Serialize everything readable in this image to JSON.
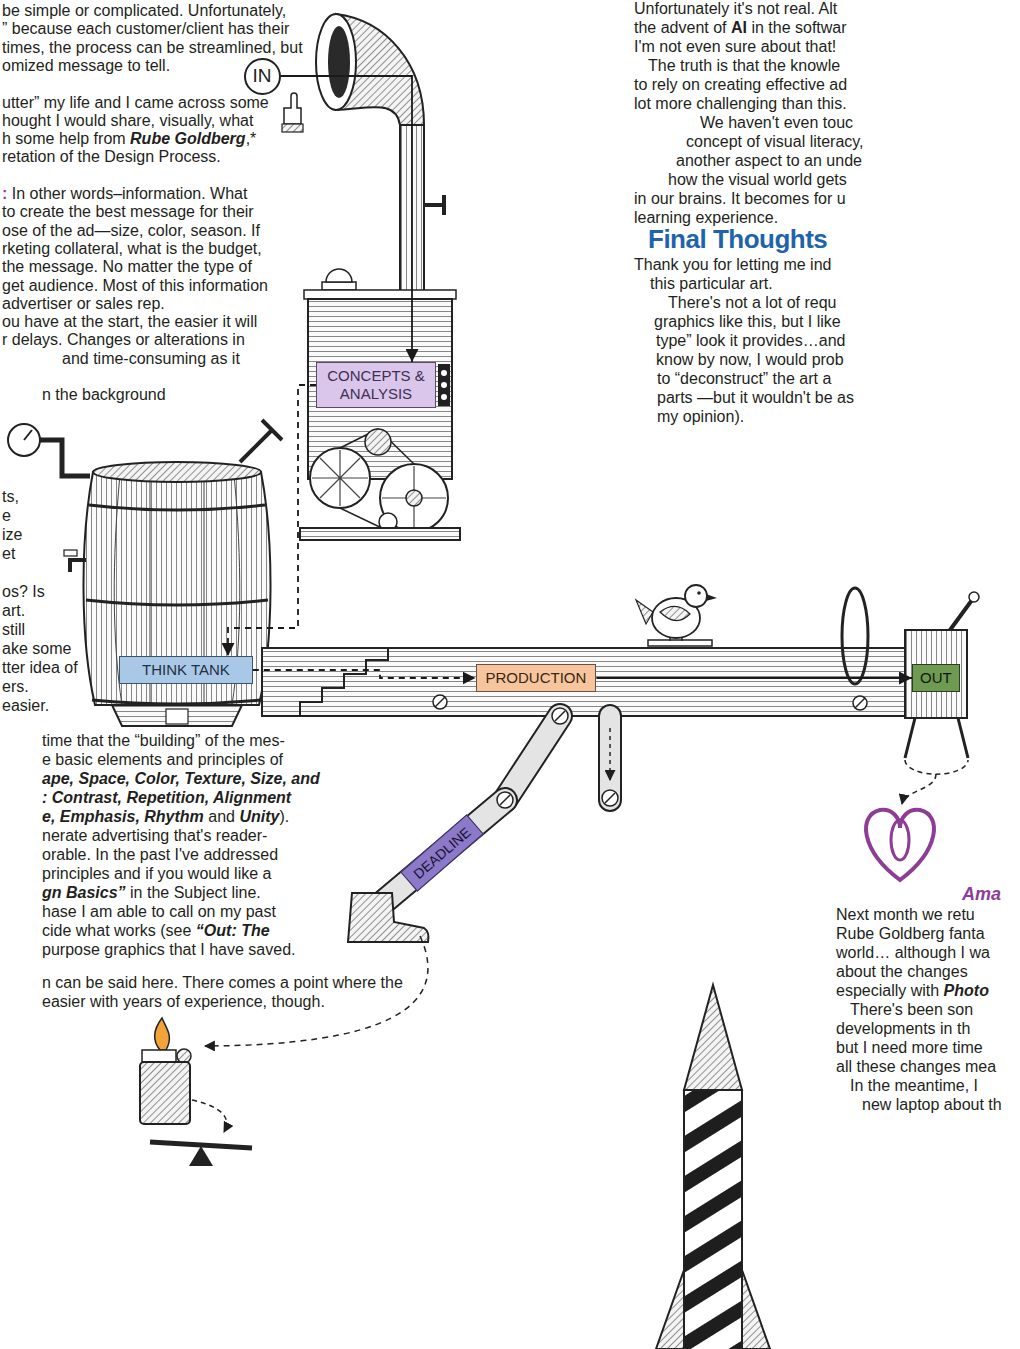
{
  "diagram": {
    "nodes": [
      {
        "text": [
          "IN"
        ]
      },
      {
        "text": [
          "CONCEPTS & ANALYSIS"
        ]
      },
      {
        "text": [
          "THINK TANK"
        ]
      },
      {
        "text": [
          "PRODUCTION"
        ]
      },
      {
        "text": [
          "OUT"
        ]
      },
      {
        "text": [
          "DEADLINE"
        ]
      }
    ],
    "edges": [
      {
        "from": 0,
        "to": 1,
        "arrow": "to"
      },
      {
        "from": 1,
        "to": 2,
        "arrow": "to"
      },
      {
        "from": 2,
        "to": 3,
        "arrow": "to"
      },
      {
        "from": 3,
        "to": 4,
        "arrow": "to"
      }
    ],
    "labels": [
      "be simple or complicated. Unfortunately,",
      "” because each customer/client has their",
      "times, the process can be streamlined, but",
      "omized message to tell.",
      "utter” my life and I came across some",
      "hought I would share, visually, what",
      "h some help from Rube Goldberg,*",
      "retation of the Design Process.",
      ": In other words–information. What",
      "to create the best message for their",
      "ose of the ad—size, color, season. If",
      "rketing collateral, what is the budget,",
      "the message. No matter the type of",
      "get audience. Most of this information",
      "advertiser or sales rep.",
      "ou have at the start, the easier it will",
      "r delays. Changes or alterations in",
      "and time-consuming as it",
      "n the background",
      "ts,",
      "e",
      "ize",
      "et",
      "os? Is",
      "art.",
      "still",
      "ake some",
      "tter idea of",
      "ers.",
      "easier.",
      "time that the “building” of the mes-",
      "e basic elements and principles of",
      "ape, Space, Color, Texture, Size, and",
      ": Contrast, Repetition, Alignment",
      "e, Emphasis, Rhythm and Unity).",
      "nerate advertising that's reader-",
      "orable. In the past I've addressed",
      "principles and if you would like a",
      "gn Basics” in the Subject line.",
      "hase I am able to call on my past",
      "cide what works (see “Out: The",
      "purpose graphics that I have saved.",
      "n can be said here. There comes a point where the",
      "easier with years of experience, though.",
      "Unfortunately it's not real. Alt",
      "the advent of AI in the softwar",
      "I'm not even sure about that!",
      "The truth is that the knowle",
      "to rely on creating effective ad",
      "lot more challenging than this.",
      "We haven't even touc",
      "concept of visual literacy,",
      "another aspect to an unde",
      "how the visual world gets",
      "in our brains. It becomes for u",
      "learning experience.",
      "Final Thoughts",
      "Thank you for letting me ind",
      "this particular art.",
      "There's not a lot of requ",
      "graphics like this, but I like",
      "type” look it provides…and",
      "know by now, I would prob",
      "to “deconstruct” the art a",
      "parts —but it wouldn't be as",
      "my opinion).",
      "Ama",
      "Next month we retu",
      "Rube Goldberg fanta",
      "world… although I wa",
      "about the changes",
      "especially with Photo",
      "There's been son",
      "developments in th",
      "but I need more time",
      "all these changes mea",
      "In the meantime, I",
      "new laptop about th"
    ]
  }
}
